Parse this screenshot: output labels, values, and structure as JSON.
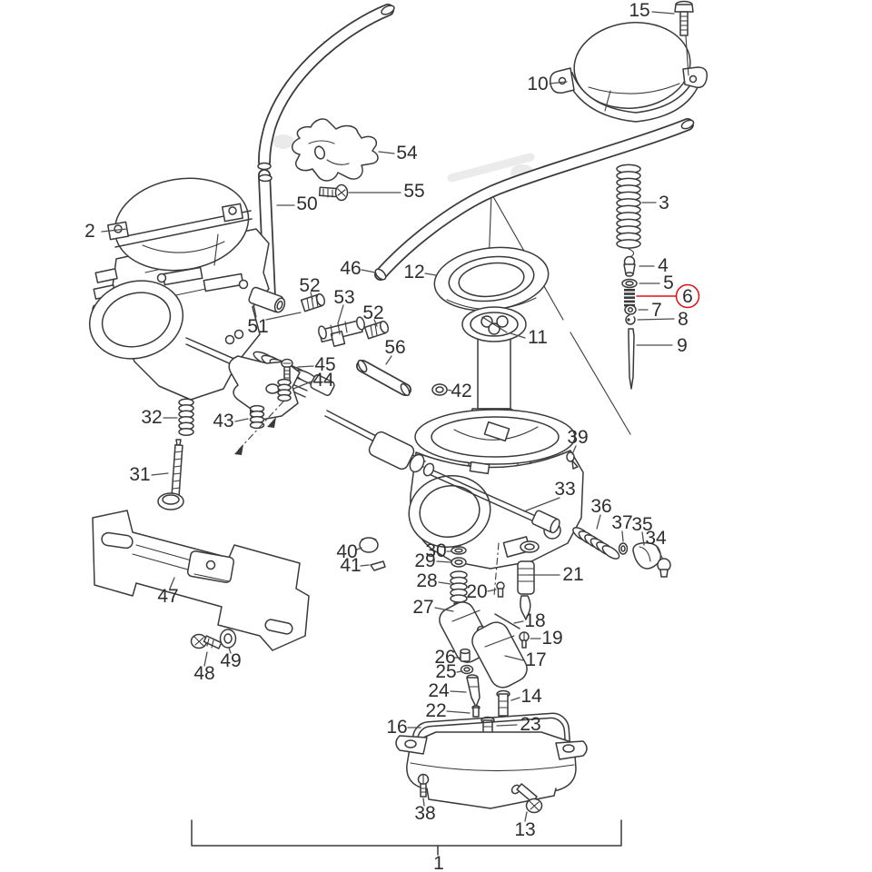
{
  "diagram": {
    "kind": "exploded-parts-diagram",
    "subject": "carburetor assembly",
    "background": "#ffffff",
    "line_color": "#3a3a3a",
    "highlight_color": "#dd1018",
    "highlighted_part": "6"
  },
  "parts": {
    "p1": "1",
    "p2": "2",
    "p3": "3",
    "p4": "4",
    "p5": "5",
    "p6": "6",
    "p7": "7",
    "p8": "8",
    "p9": "9",
    "p10": "10",
    "p11": "11",
    "p12": "12",
    "p13": "13",
    "p14": "14",
    "p15": "15",
    "p16": "16",
    "p17": "17",
    "p18": "18",
    "p19": "19",
    "p20": "20",
    "p21": "21",
    "p22": "22",
    "p23": "23",
    "p24": "24",
    "p25": "25",
    "p26": "26",
    "p27": "27",
    "p28": "28",
    "p29": "29",
    "p30": "30",
    "p31": "31",
    "p32": "32",
    "p33": "33",
    "p34": "34",
    "p35": "35",
    "p36": "36",
    "p37": "37",
    "p38": "38",
    "p39": "39",
    "p40": "40",
    "p41": "41",
    "p42": "42",
    "p43": "43",
    "p44": "44",
    "p45": "45",
    "p46": "46",
    "p47": "47",
    "p48": "48",
    "p49": "49",
    "p50": "50",
    "p51": "51",
    "p52": "52",
    "p53": "53",
    "p54": "54",
    "p55": "55",
    "p56": "56"
  }
}
